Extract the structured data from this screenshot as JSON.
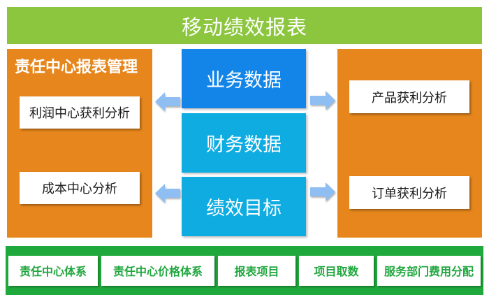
{
  "page_title": "移动绩效报表",
  "colors": {
    "banner_green": "#8CC63F",
    "bar_green": "#1FA83C",
    "green_text": "#21A73F",
    "orange": "#E6861C",
    "blue_dark": "#1485E8",
    "blue_cyan": "#0FACE2",
    "arrow_blue": "#8FBEF3"
  },
  "left_panel": {
    "title": "责任中心报表管理",
    "items": [
      "利润中心获利分析",
      "成本中心分析"
    ]
  },
  "center_flow": {
    "items": [
      "业务数据",
      "财务数据",
      "绩效目标"
    ]
  },
  "right_panel": {
    "items": [
      "产品获利分析",
      "订单获利分析"
    ]
  },
  "bottom_bar": {
    "items": [
      "责任中心体系",
      "责任中心价格体系",
      "报表项目",
      "项目取数",
      "服务部门费用分配"
    ]
  }
}
